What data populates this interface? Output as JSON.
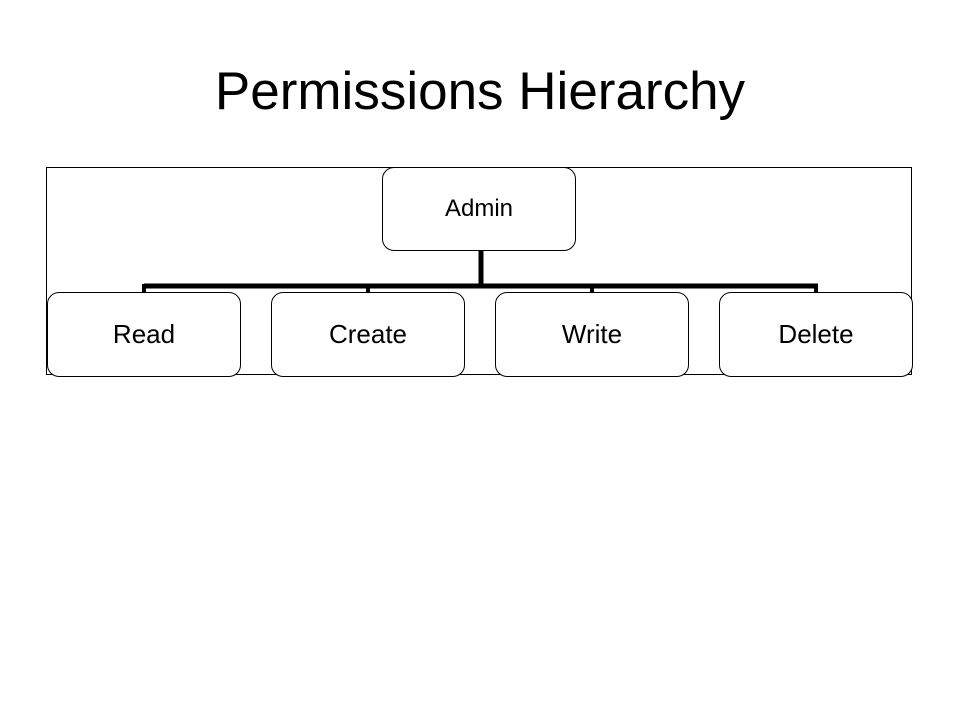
{
  "slide": {
    "title": "Permissions Hierarchy"
  },
  "hierarchy": {
    "root": {
      "label": "Admin"
    },
    "children": [
      {
        "label": "Read"
      },
      {
        "label": "Create"
      },
      {
        "label": "Write"
      },
      {
        "label": "Delete"
      }
    ]
  },
  "colors": {
    "background": "#ffffff",
    "stroke": "#000000",
    "text": "#000000"
  }
}
